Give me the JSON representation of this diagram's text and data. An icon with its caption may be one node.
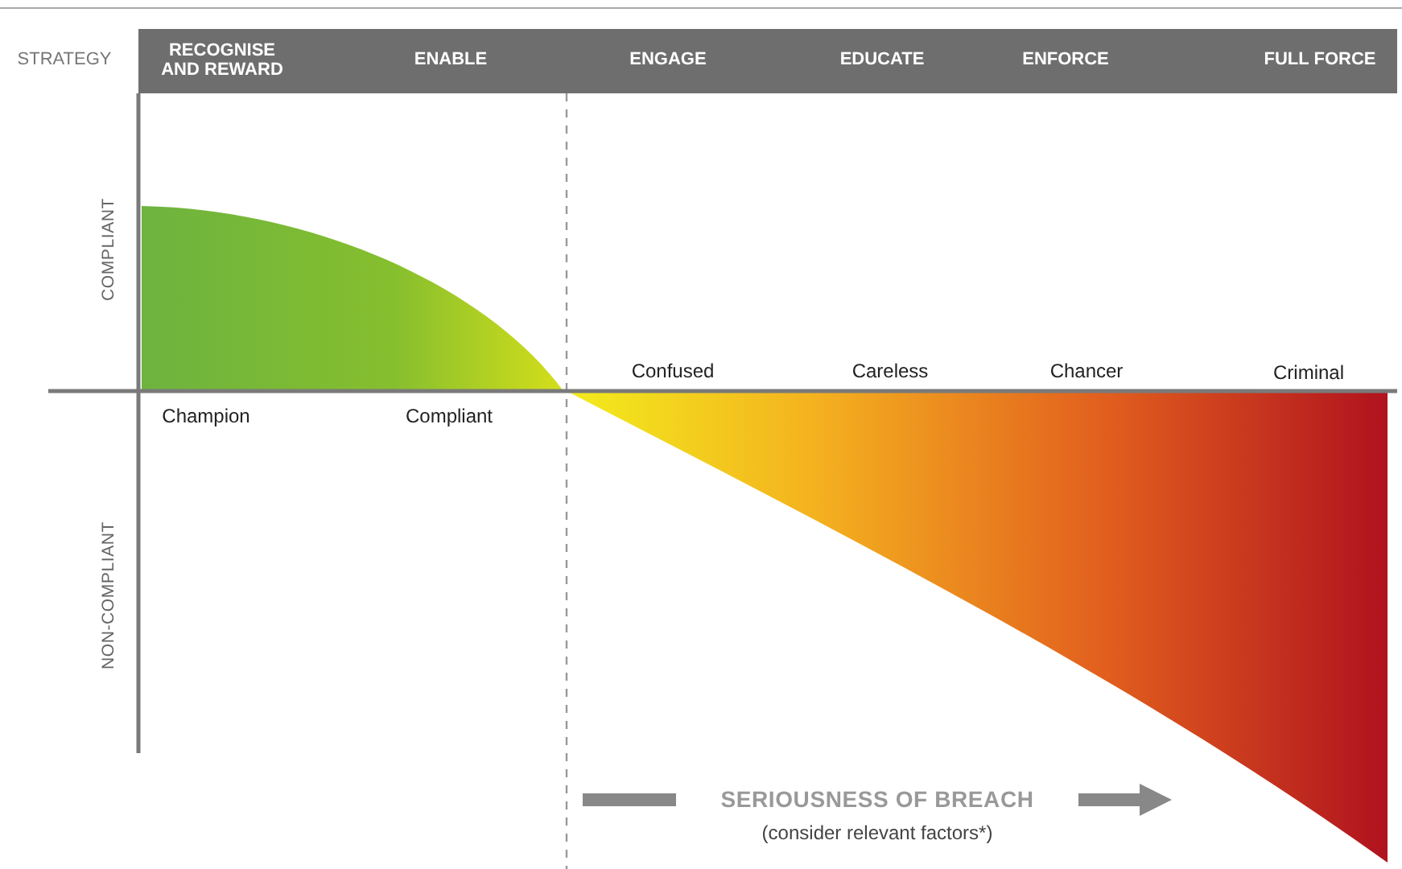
{
  "diagram": {
    "labels": [
      "STRATEGY",
      "RECOGNISE AND REWARD",
      "ENABLE",
      "ENGAGE",
      "EDUCATE",
      "ENFORCE",
      "FULL FORCE",
      "COMPLIANT",
      "Confused",
      "Careless",
      "Chancer",
      "Criminal",
      "Champion",
      "Compliant",
      "NON-COMPLIANT",
      "SERIOUSNESS OF BREACH",
      "(consider relevant factors*)"
    ]
  }
}
